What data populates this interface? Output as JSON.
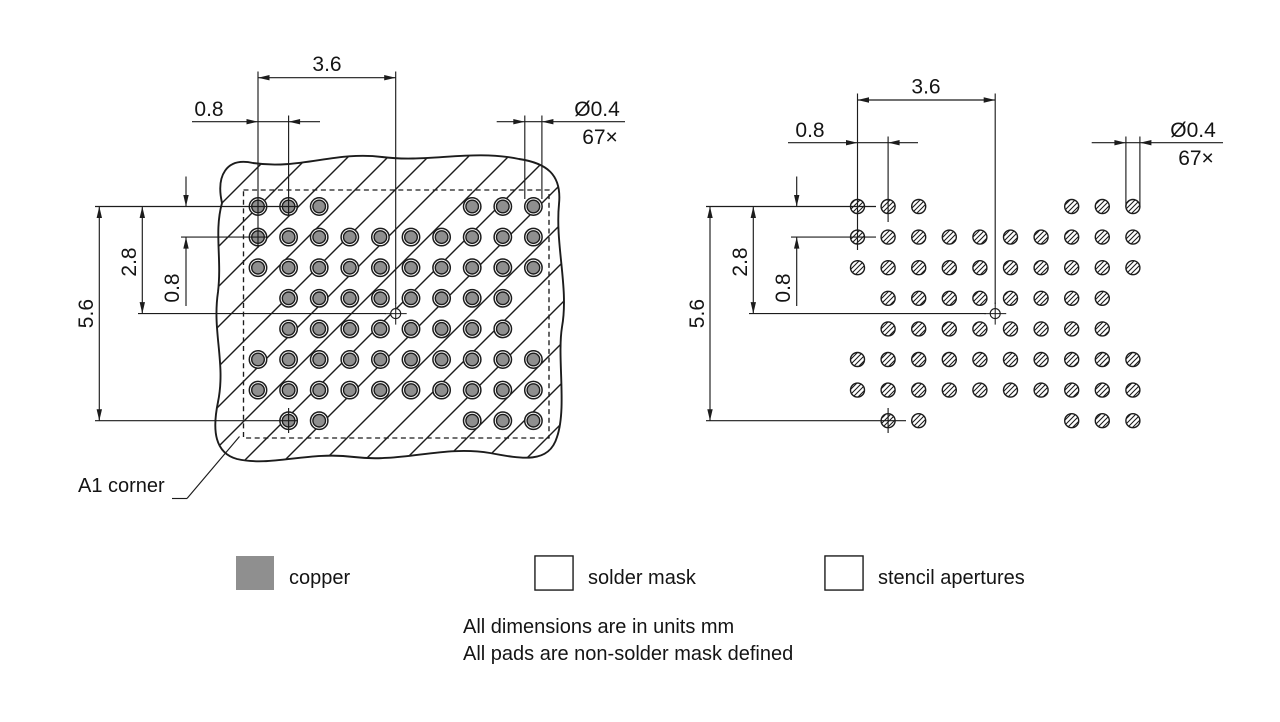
{
  "drawing": {
    "dims": {
      "span_x": "3.6",
      "pitch_x": "0.8",
      "pad_diameter": "Ø0.4",
      "pad_count": "67×",
      "half_span_y": "2.8",
      "pitch_y": "0.8",
      "span_y": "5.6"
    },
    "a1_label": "A1 corner",
    "pad_grid": {
      "rows": 8,
      "cols": 10,
      "total_pads": 67,
      "rows_cols_present": [
        [
          1,
          2,
          3,
          8,
          9,
          10
        ],
        [
          1,
          2,
          3,
          4,
          5,
          6,
          7,
          8,
          9,
          10
        ],
        [
          1,
          2,
          3,
          4,
          5,
          6,
          7,
          8,
          9,
          10
        ],
        [
          2,
          3,
          4,
          5,
          6,
          7,
          8,
          9
        ],
        [
          2,
          3,
          4,
          5,
          6,
          7,
          8,
          9
        ],
        [
          1,
          2,
          3,
          4,
          5,
          6,
          7,
          8,
          9,
          10
        ],
        [
          1,
          2,
          3,
          4,
          5,
          6,
          7,
          8,
          9,
          10
        ],
        [
          2,
          3,
          8,
          9,
          10
        ]
      ]
    },
    "legend": {
      "items": [
        {
          "label": "copper",
          "swatch": "copper-fill"
        },
        {
          "label": "solder mask",
          "swatch": "sparse-hatch"
        },
        {
          "label": "stencil apertures",
          "swatch": "dense-hatch"
        }
      ]
    },
    "notes": {
      "line1": "All dimensions are in units mm",
      "line2": "All pads are non-solder mask defined"
    },
    "colors": {
      "copper": "#8f8f8f",
      "line": "#1c1c1c",
      "background": "#ffffff"
    }
  }
}
